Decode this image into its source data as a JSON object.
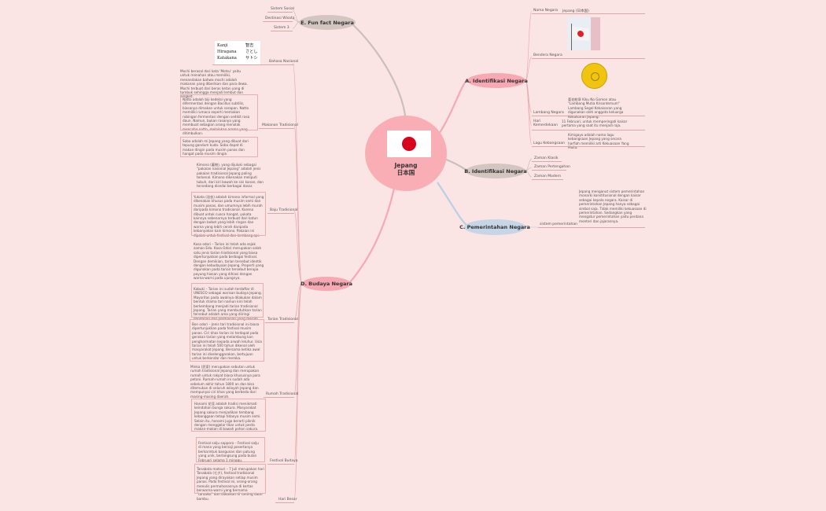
{
  "center": {
    "title": "Jepang",
    "subtitle": "日本国"
  },
  "branches": {
    "a": "A. Identifikasi Negara",
    "b": "B. Identifikasi Negara",
    "c": "C. Pemerintahan Negara",
    "d": "D. Budaya Negara",
    "e": "E. Fun fact Negara"
  },
  "a_items": {
    "nama_label": "Nama Negara",
    "nama_value": "Jepang (日本国)",
    "bendera_label": "Bendera Negara",
    "lambang_label": "Lambang Negara",
    "lambang_text": "菊花紋章 Kiku No Gomon atau \"Lambang Mutia Krisantemum\" Lambang Segel Kekaisaran yang digunakan oleh anggota keluarga Kekaisaran Jepang.",
    "hari_label": "Hari Kemerdekaan",
    "hari_text": "11 Februari, untuk memperingati kaisar pertama yang saat itu menjadi raja.",
    "lagu_label": "Lagu Kebangsaan",
    "lagu_text": "Kimigayo adalah nama lagu kebangsaan Jepang yang secara harfiah memiliki arti Kekuasaan Yang Mulia."
  },
  "b_items": [
    "Zaman Klasik",
    "Zaman Pertengahan",
    "Zaman Modern"
  ],
  "c_items": {
    "label": "sistem pemerintahan",
    "text": "Jepang menganut sistem pemerintahan monarki konstitusional dengan kaisar sebagai kepala negara. Kaisar di pemerintahan Jepang hanya sebagai simbol saja. Tidak memiliki kekuasaan di pemerintahan. Sedangkan yang mengatur pemerintahan yaitu perdana menteri dan jajarannya."
  },
  "e_items": [
    "Sistem Sosial",
    "Destinasi Wisata",
    "Sistem 3"
  ],
  "script_table": [
    {
      "k": "Kanji",
      "v": "智志"
    },
    {
      "k": "Hiragana",
      "v": "さとし"
    },
    {
      "k": "Katakana",
      "v": "サトシ"
    }
  ],
  "d_labels": {
    "bahasa": "Bahasa Nasional",
    "makanan": "Makanan Tradisional",
    "baju": "Baju Tradisional",
    "tarian": "Tarian Tradisional",
    "rumah": "Rumah Tradisional",
    "festival": "Festival Budaya",
    "hari_besar": "Hari Besar"
  },
  "d_texts": {
    "mochi": "Mochi berasal dari kata 'Motsu' yaitu untuk menahan atau memiliki, menandakan bahwa mochi adalah makanan yang diberikan dan para dewa. Mochi terbuat dari beras ketan yang di tumbuk sehingga menjadi lembut dan lengket.",
    "natto": "Natto adalah biji kedelai yang difermentasi dengan Bacillus subtilis, biasanya dimakan untuk sarapan. Natto memiliki rumaca seperti memakan rubingan fermentasi dengan sedikit rasa daun. Namun, bukan rasanya yang membuat sebagian orang menolak mencoba natto, melainkan aroma yang ditimbulkan.",
    "soba": "Soba adalah mi Jepang yang dibuat dari tepung gandum kuda. Soba dapat di makan dingin pada musim panas dan hangat pada musim dingin.",
    "kimono": "Kimono (着物), yang dijuluki sebagai \"pakaian nasional Jepang\" adalah jenis pakaian tradisional Jepang paling terkenal. Kimono dikenakan meliputi tubuh, dari kiri bawah ke sisi kanan, dan tersedang disedai berbagai dasar.",
    "yukata": "Yukata (浴衣) adalah kimono informal yang dikenakan khusus pada musim semi dan musim panas, dan umumnya lebih murah daripada kimono tradisional. Karena dibuat untuk cuaca hangat, yukata kainnya sebenarnya terbuat dari katun dengan bobot yang lebih ringan dan warna yang lebih cerah daripada kebanyakan kain kimono. Pakaian ini dipakai untuk festival dan kembang api.",
    "kasa": "Kasa odori – Tarian ini telah ada sejak zaman Edo. Kasa Odori merupakan salah satu jenis tarian tradisional yang biasa dipertunjukkan pada berbagai festival. Dengan demikian, tarian tersebut identik dengan kebudayaan Jepang. Properti yang digunakan pada tarian tersebut berupa payung hiasan yang dihiasi dengan warna-warni pada ujungnya.",
    "kabuki": "Kabuki – Tarian ini sudah terdaftar di UNESCO sebagai warisan budaya Jepang. Mayoritas pada awalnya dilakukan dalam bentuk drama tari namun kini telah berkembang menjadi tarian tradisional Jepang. Tarian yang membutuhkan tarian tersebut adalah area yang diiringi dandanan dan permainan yang meriah.",
    "bon": "Bon odori – Jenis tari tradisional ini biasa dipertunjukkan pada festival musim panas. Ciri khas tarian ini terdapat pada gerakan tarian yang melambung kan penghormatan kepada arwah leluhur. Usia tarian ini telah 500 tahun dikenal oleh masyarakat Jepang. Bersama ketika awal tarian ini diselenggarakan, bertujuan untuk berkendar dan mereka.",
    "minka": "Minka (民家) merupakan sebutan untuk rumah tradisional Jepang dan merupakan rumah untuk rakyat biasa khususnya para petani. Rumah-rumah ini sudah ada sebelum akhir tahun 1800 an dan bisa ditemukan di seluruh wilayah Jepang dan mempunyai ciri khas yang berbeda dari masing-masing daerah.",
    "hanami": "Hanami 花見 adalah tradisi menikmati keindahan bunga sakura. Masyarakat Jepang sakura menjadikan tembang kebanggaan tetapi tidanya musim semi. Selain itu, hanami juga berarti piknik dengan menggelar tikar untuk pesta makan-makan di bawah pohon sakura.",
    "sapporo": "Festival salju sapporo – Festival salju di mana yang bersaji pesertanya berkarintuk bangunan dan patung yang unik, berlangsung pada bulan Februari selama 1 minggu.",
    "tanabata": "Tanabata matsuri – 7 Juli merupakan hari Tanabata (七夕), festival tradisional Jepang yang dirayakan setiap musim panas. Pada festival ini, orang-orang menulis permohonannya di kertas berwarna-warni yang bernama \"tanzaku\" dan diikatkan di ranting daun bambu."
  }
}
